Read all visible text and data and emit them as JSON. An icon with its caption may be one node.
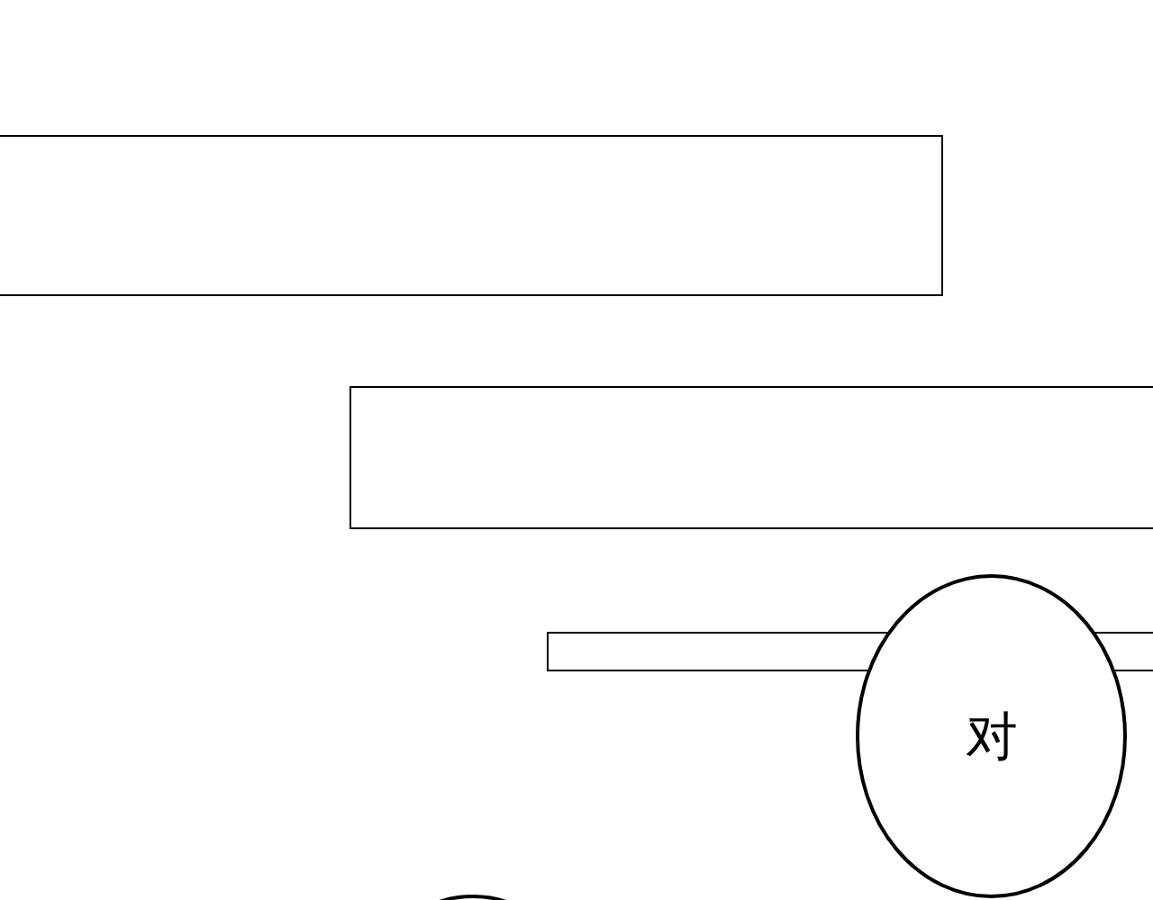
{
  "diagram": {
    "nodes": [
      {
        "text": [],
        "shape": "box"
      },
      {
        "text": [],
        "shape": "box"
      },
      {
        "text": [],
        "shape": "box"
      },
      {
        "text": [
          "对"
        ]
      },
      {
        "text": [],
        "shape": "circle"
      }
    ]
  }
}
